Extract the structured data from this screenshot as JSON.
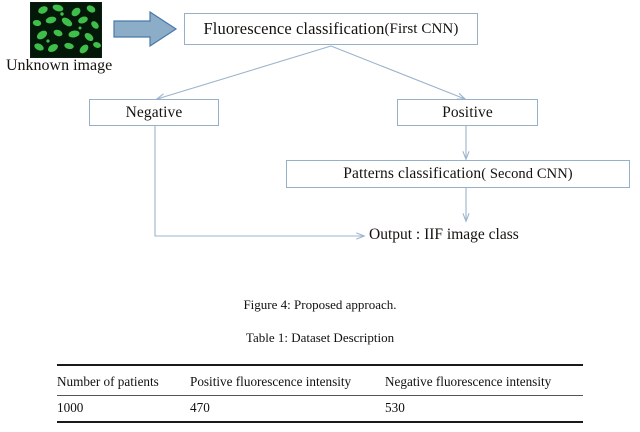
{
  "figure": {
    "thumbnail": {
      "icon": "fluorescence-micrograph",
      "background_color": "#04180a",
      "cell_color": "#3fbf4a",
      "caption": "Unknown image"
    },
    "block_arrow": {
      "icon": "right-block-arrow",
      "fill_color": "#8cadc8",
      "border_color": "#4a79a8"
    },
    "nodes": [
      {
        "id": "fluorescence",
        "main": "Fluorescence classification",
        "paren": "(First CNN)"
      },
      {
        "id": "negative",
        "label": "Negative"
      },
      {
        "id": "positive",
        "label": "Positive"
      },
      {
        "id": "patterns",
        "main": "Patterns classification",
        "paren": "( Second CNN)"
      }
    ],
    "output_label": "Output : IIF image class",
    "connector_color": "#9cb4cc",
    "box_border_color": "#96b0c8",
    "caption": "Figure 4: Proposed approach."
  },
  "table": {
    "caption": "Table 1: Dataset Description",
    "columns": [
      "Number of patients",
      "Positive fluorescence intensity",
      "Negative fluorescence intensity"
    ],
    "rows": [
      [
        "1000",
        "470",
        "530"
      ]
    ]
  }
}
